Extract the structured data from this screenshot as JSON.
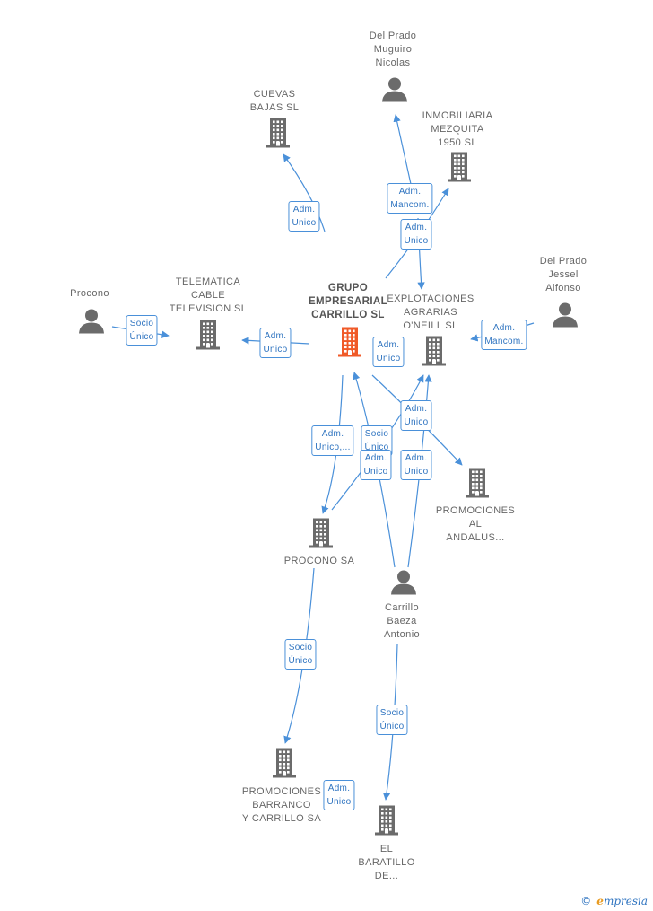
{
  "nodes": [
    {
      "id": "grupo",
      "label": "GRUPO\nEMPRESARIAL\nCARRILLO  SL",
      "kind": "company-main"
    },
    {
      "id": "cuevas",
      "label": "CUEVAS\nBAJAS SL",
      "kind": "company"
    },
    {
      "id": "delprado_muguiro",
      "label": "Del Prado\nMuguiro\nNicolas",
      "kind": "person"
    },
    {
      "id": "inmobiliaria",
      "label": "INMOBILIARIA\nMEZQUITA\n1950  SL",
      "kind": "company"
    },
    {
      "id": "procono_p",
      "label": "Procono",
      "kind": "person"
    },
    {
      "id": "telematica",
      "label": "TELEMATICA\nCABLE\nTELEVISION SL",
      "kind": "company"
    },
    {
      "id": "explotaciones",
      "label": "EXPLOTACIONES\nAGRARIAS\nO'NEILL  SL",
      "kind": "company"
    },
    {
      "id": "delprado_jessel",
      "label": "Del Prado\nJessel\nAlfonso",
      "kind": "person"
    },
    {
      "id": "promociones_andalus",
      "label": "PROMOCIONES\nAL\nANDALUS...",
      "kind": "company"
    },
    {
      "id": "procono_sa",
      "label": "PROCONO SA",
      "kind": "company"
    },
    {
      "id": "carrillo",
      "label": "Carrillo\nBaeza\nAntonio",
      "kind": "person"
    },
    {
      "id": "promociones_barranco",
      "label": "PROMOCIONES\nBARRANCO\nY CARRILLO SA",
      "kind": "company"
    },
    {
      "id": "baratillo",
      "label": "EL\nBARATILLO\nDE...",
      "kind": "company"
    }
  ],
  "roles": [
    {
      "id": "r1",
      "label": "Adm.\nUnico"
    },
    {
      "id": "r2",
      "label": "Adm.\nMancom."
    },
    {
      "id": "r3",
      "label": "Adm.\nUnico"
    },
    {
      "id": "r4",
      "label": "Socio\nÚnico"
    },
    {
      "id": "r5",
      "label": "Adm.\nUnico"
    },
    {
      "id": "r6",
      "label": "Adm.\nUnico"
    },
    {
      "id": "r7",
      "label": "Adm.\nMancom."
    },
    {
      "id": "r8",
      "label": "Adm.\nUnico"
    },
    {
      "id": "r9",
      "label": "Adm.\nUnico,..."
    },
    {
      "id": "r10",
      "label": "Socio\nÚnico"
    },
    {
      "id": "r11",
      "label": "Adm.\nUnico"
    },
    {
      "id": "r12",
      "label": "Adm.\nUnico"
    },
    {
      "id": "r13",
      "label": "Socio\nÚnico"
    },
    {
      "id": "r14",
      "label": "Socio\nÚnico"
    },
    {
      "id": "r15",
      "label": "Adm.\nUnico"
    }
  ],
  "colors": {
    "line": "#4a90d9",
    "icon": "#6b6b6b",
    "main_icon": "#f05a28"
  },
  "footer": {
    "copyright": "©",
    "brand_first": "e",
    "brand_rest": "mpresia"
  }
}
